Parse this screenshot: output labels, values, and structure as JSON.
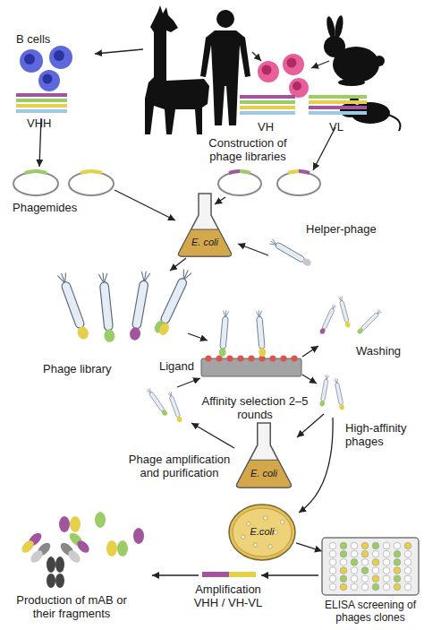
{
  "diagram": {
    "nodes": [
      {
        "text": [
          "E. coli"
        ]
      },
      {
        "text": [
          "E. coli"
        ]
      },
      {
        "text": [
          "E.coli"
        ]
      },
      {
        "text": [
          "ELISA screening of phages clones"
        ]
      }
    ],
    "edges": [
      {
        "from": 2,
        "to": 3,
        "arrow": "to"
      }
    ],
    "labels": [
      "B cells",
      "VHH",
      "Construction of phage libraries",
      "VH",
      "VL",
      "Phagemides",
      "Helper-phage",
      "Phage library",
      "Ligand",
      "Washing",
      "Affinity selection 2–5 rounds",
      "High-affinity phages",
      "Phage amplification and purification",
      "Amplification VHH / VH-VL",
      "Production of mAB or their fragments"
    ]
  }
}
